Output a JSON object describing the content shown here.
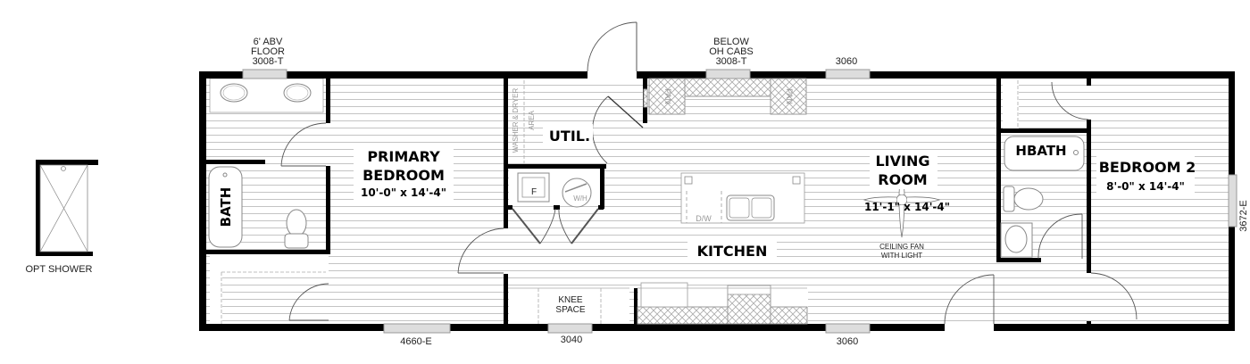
{
  "floor_plan": {
    "optional": {
      "label": "OPT SHOWER"
    },
    "rooms": {
      "primary_bedroom": {
        "name_line1": "PRIMARY",
        "name_line2": "BEDROOM",
        "dimensions": "10'-0\" x  14'-4\""
      },
      "bath": {
        "name": "BATH"
      },
      "util": {
        "name": "UTIL.",
        "washer_dryer_line1": "WASHER & DRYER",
        "washer_dryer_line2": "AREA"
      },
      "kitchen": {
        "name": "KITCHEN",
        "dishwasher": "D/W",
        "knee_space_line1": "KNEE",
        "knee_space_line2": "SPACE"
      },
      "living_room": {
        "name_line1": "LIVING",
        "name_line2": "ROOM",
        "dimensions": "11'-1\" x  14'-4\"",
        "fan_line1": "CEILING FAN",
        "fan_line2": "WITH LIGHT"
      },
      "hbath": {
        "name": "HBATH"
      },
      "bedroom_2": {
        "name": "BEDROOM 2",
        "dimensions": "8'-0\" x  14'-4\""
      }
    },
    "fixtures": {
      "furnace": "F",
      "water_heater": "W/H",
      "pantry_left": "PAN",
      "pantry_right": "PAN"
    },
    "windows": {
      "bath_top_line1": "6' ABV",
      "bath_top_line2": "FLOOR",
      "bath_top_line3": "3008-T",
      "kitchen_top_line1": "BELOW",
      "kitchen_top_line2": "OH CABS",
      "kitchen_top_line3": "3008-T",
      "living_top": "3060",
      "primary_bottom": "4660-E",
      "kitchen_bottom": "3040",
      "living_bottom": "3060",
      "bedroom2_right": "3672-E"
    }
  }
}
